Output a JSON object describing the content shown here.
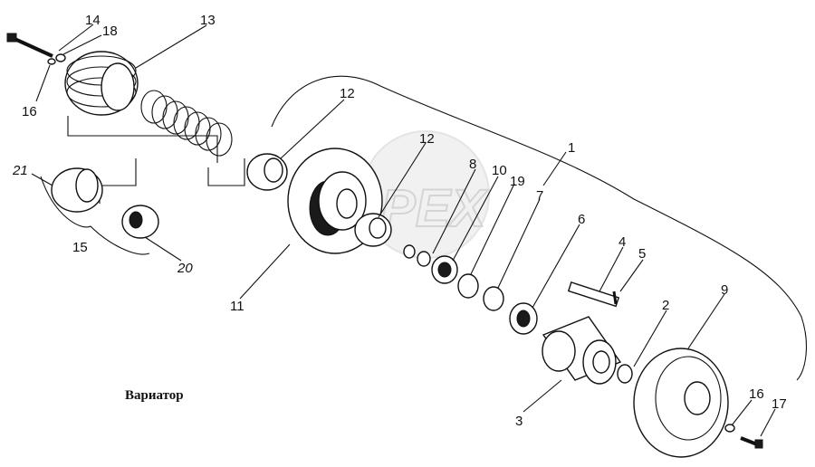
{
  "caption": "Вариатор",
  "watermark": "OPEX",
  "callouts": {
    "n1": "1",
    "n2": "2",
    "n3": "3",
    "n4": "4",
    "n5": "5",
    "n6": "6",
    "n7": "7",
    "n8": "8",
    "n9": "9",
    "n10": "10",
    "n11": "11",
    "n12a": "12",
    "n12b": "12",
    "n13": "13",
    "n14": "14",
    "n15": "15",
    "n16a": "16",
    "n16b": "16",
    "n17": "17",
    "n18": "18",
    "n19": "19",
    "n20": "20",
    "n21": "21"
  }
}
